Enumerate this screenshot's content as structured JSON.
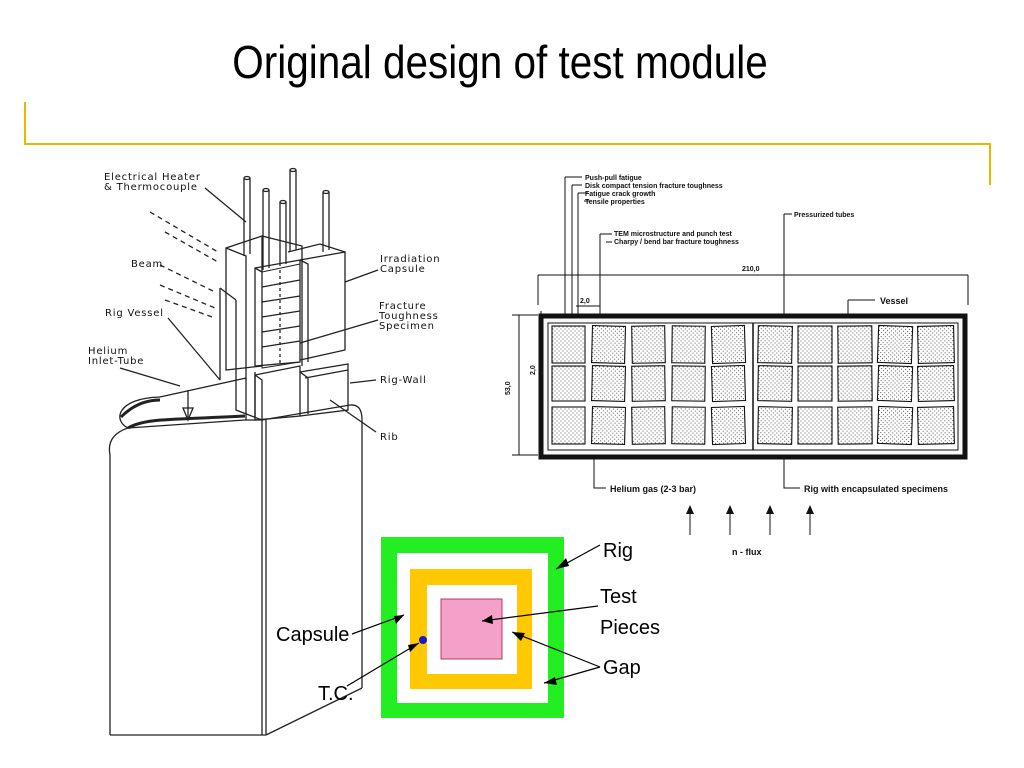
{
  "slide": {
    "title": "Original design of test module"
  },
  "theme": {
    "accent": "#e8b800",
    "rig": "#22ee22",
    "capsule": "#ffc800",
    "test_pieces": "#f5a0c8",
    "tc_marker": "#1a1acc"
  },
  "left_drawing": {
    "heater_line1": "Electrical Heater",
    "heater_line2": "& Thermocouple",
    "beam": "Beam",
    "irradiation_capsule_line1": "Irradiation",
    "irradiation_capsule_line2": "Capsule",
    "fracture_line1": "Fracture",
    "fracture_line2": "Toughness",
    "fracture_line3": "Specimen",
    "rig_vessel": "Rig Vessel",
    "helium_line1": "Helium",
    "helium_line2": "Inlet-Tube",
    "rig_wall": "Rig-Wall",
    "rib": "Rib"
  },
  "right_drawing": {
    "specimen_types": [
      "Push-pull fatigue",
      "Disk compact tension fracture toughness",
      "Fatigue crack growth",
      "Tensile properties"
    ],
    "tem_line1": "TEM microstructure and punch test",
    "tem_line2": "Charpy / bend bar fracture toughness",
    "pressurized_tubes": "Pressurized tubes",
    "width_dim": "210,0",
    "gap_dim": "2,0",
    "height_dim": "53,0",
    "side_gap_dim": "2,0",
    "vessel": "Vessel",
    "helium_gas": "Helium gas (2-3 bar)",
    "rig_with_specimens": "Rig with encapsulated specimens",
    "flux": "n - flux"
  },
  "schematic": {
    "rig": "Rig",
    "test_line1": "Test",
    "test_line2": "Pieces",
    "capsule": "Capsule",
    "gap": "Gap",
    "tc": "T.C."
  }
}
